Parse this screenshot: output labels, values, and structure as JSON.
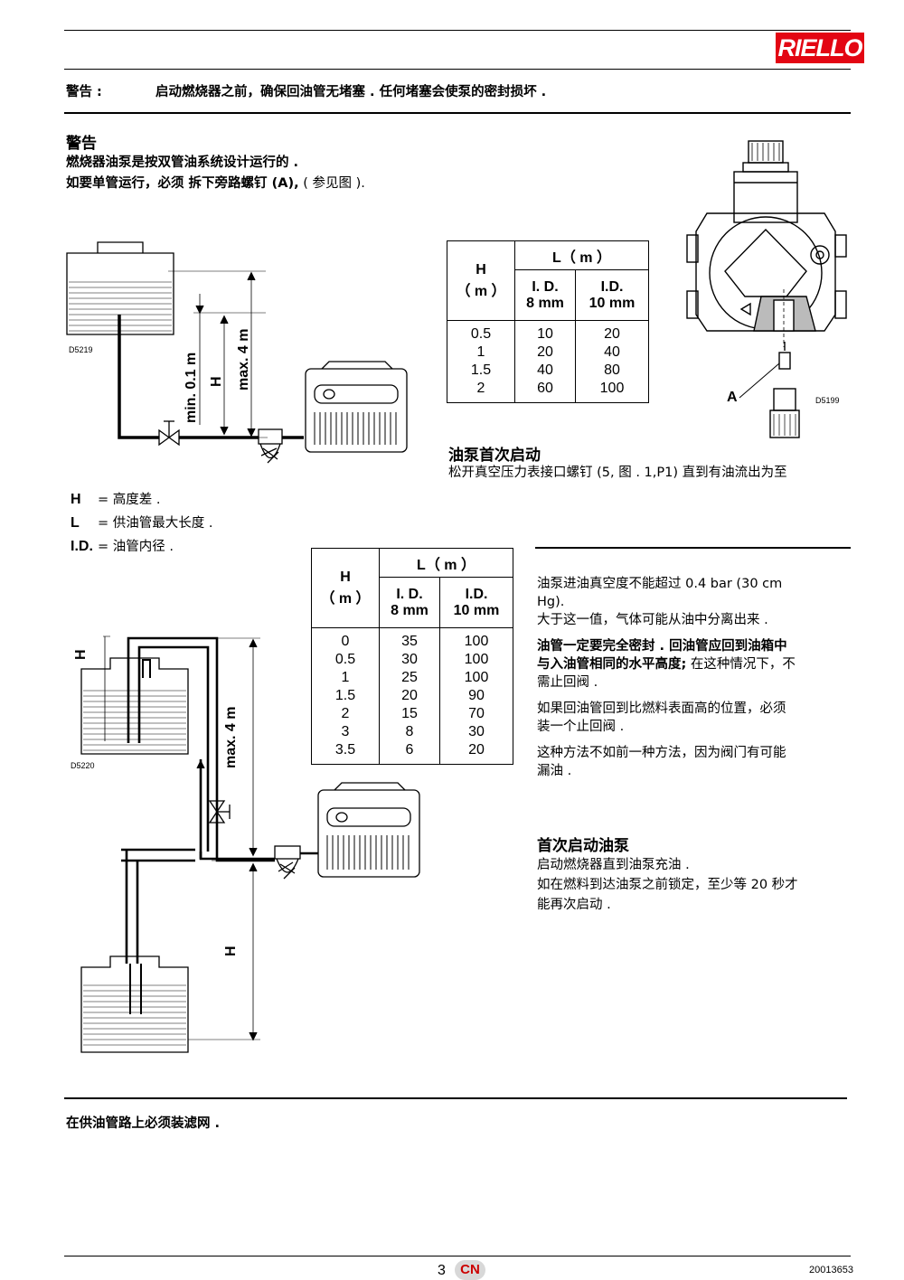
{
  "brand": "RIELLO",
  "warning1": {
    "label": "警告 :",
    "text": "启动燃烧器之前，确保回油管无堵塞 . 任何堵塞会使泵的密封损坏 ."
  },
  "warning2": {
    "title": "警告",
    "line1": "燃烧器油泵是按双管油系统设计运行的 .",
    "line2_bold": "如要单管运行，必须 拆下旁路螺钉 (A),",
    "line2_normal": " ( 参见图 )."
  },
  "figure1": {
    "code": "D5219",
    "label_min": "min. 0.1 m",
    "label_h": "H",
    "label_max": "max. 4 m"
  },
  "figure_pump": {
    "code": "D5199",
    "label_a": "A"
  },
  "table1": {
    "h_header": "H",
    "h_unit": "（ m ）",
    "l_header": "L（ m ）",
    "col1_header": "I. D.",
    "col1_sub": "8 mm",
    "col2_header": "I.D.",
    "col2_sub": "10 mm",
    "h_values": [
      "0.5",
      "1",
      "1.5",
      "2"
    ],
    "col1_values": [
      "10",
      "20",
      "40",
      "60"
    ],
    "col2_values": [
      "20",
      "40",
      "80",
      "100"
    ]
  },
  "pump_first_start": {
    "title": "油泵首次启动",
    "text": "松开真空压力表接口螺钉 (5, 图 . 1,P1) 直到有油流出为至"
  },
  "legend": [
    {
      "key": "H",
      "value": "= 高度差 ."
    },
    {
      "key": "L",
      "value": "= 供油管最大长度 ."
    },
    {
      "key": "I.D.",
      "value": "= 油管内径 ."
    }
  ],
  "table2": {
    "h_header": "H",
    "h_unit": "（ m ）",
    "l_header": "L（ m ）",
    "col1_header": "I. D.",
    "col1_sub": "8 mm",
    "col2_header": "I.D.",
    "col2_sub": "10 mm",
    "h_values": [
      "0",
      "0.5",
      "1",
      "1.5",
      "2",
      "3",
      "3.5"
    ],
    "col1_values": [
      "35",
      "30",
      "25",
      "20",
      "15",
      "8",
      "6"
    ],
    "col2_values": [
      "100",
      "100",
      "100",
      "90",
      "70",
      "30",
      "20"
    ]
  },
  "figure2": {
    "code": "D5220",
    "label_h_top": "H",
    "label_max": "max. 4 m",
    "label_h_bottom": "H"
  },
  "right_text": {
    "p1a": "油泵进油真空度不能超过 0.4 bar (30 cm",
    "p1b": "Hg).",
    "p1c": "大于这一值，气体可能从油中分离出来 .",
    "p2_bold1": "油管一定要完全密封 . 回油管应回到油箱中",
    "p2_bold2": "与入油管相同的水平高度;",
    "p2_normal2": " 在这种情况下，不",
    "p2_normal3": "需止回阀 .",
    "p3a": "如果回油管回到比燃料表面高的位置，必须",
    "p3b": "装一个止回阀 .",
    "p4a": "这种方法不如前一种方法，因为阀门有可能",
    "p4b": "漏油 ."
  },
  "first_start": {
    "title": "首次启动油泵",
    "line1": "启动燃烧器直到油泵充油 .",
    "line2": "如在燃料到达油泵之前锁定，至少等 20 秒才",
    "line3": "能再次启动 ."
  },
  "filter_note": "在供油管路上必须装滤网 .",
  "footer": {
    "page": "3",
    "lang": "CN",
    "doc_number": "20013653"
  }
}
